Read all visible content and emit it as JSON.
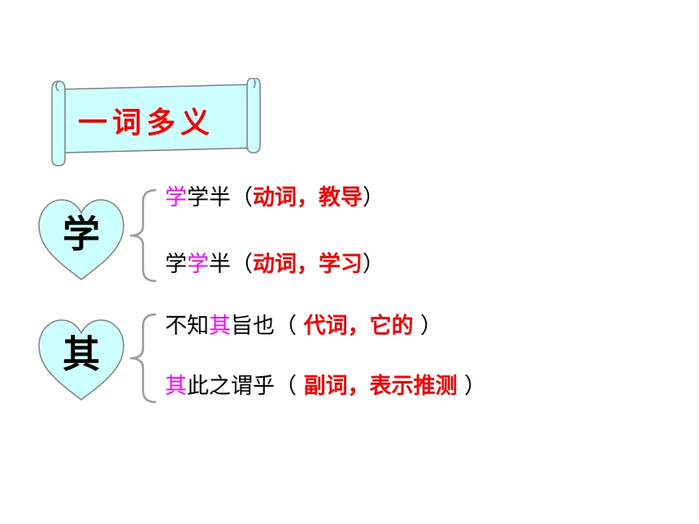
{
  "banner": {
    "title": "一词多义"
  },
  "colors": {
    "banner_fill": "#ccffff",
    "heart_fill": "#ccffff",
    "outline": "#7f7f7f",
    "title": "#ff0000",
    "highlight": "#ff00ff",
    "meaning": "#ff0000"
  },
  "groups": [
    {
      "char": "学",
      "lines": [
        {
          "pre": "",
          "hl": "学",
          "post": "学半（",
          "meaning": "动词，教导",
          "close": "）"
        },
        {
          "pre": "学",
          "hl": "学",
          "post": "半（",
          "meaning": "动词，学习",
          "close": "）"
        }
      ]
    },
    {
      "char": "其",
      "lines": [
        {
          "pre": "不知",
          "hl": "其",
          "post": "旨也（ ",
          "meaning": "代词，它的",
          "close": " ）"
        },
        {
          "pre": "",
          "hl": "其",
          "post": "此之谓乎（ ",
          "meaning": "副词，表示推测",
          "close": " ）"
        }
      ]
    }
  ]
}
